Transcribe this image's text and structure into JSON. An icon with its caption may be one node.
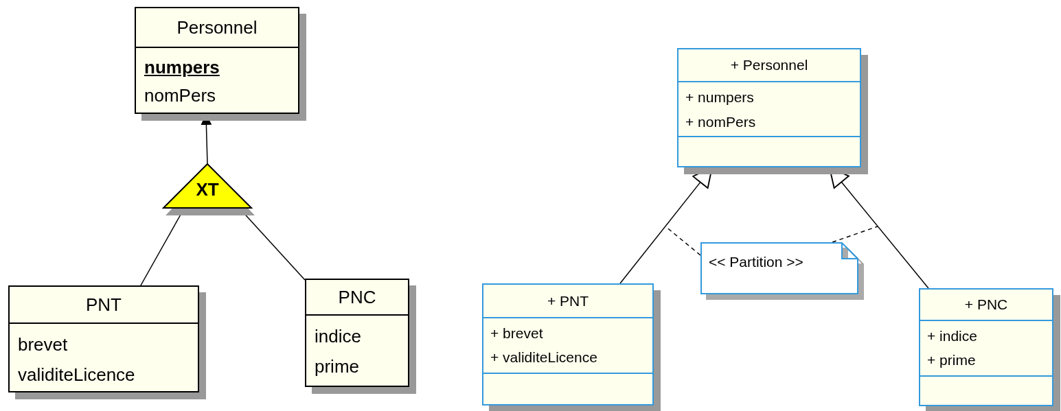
{
  "diagram": {
    "nodes": [
      {
        "text": [
          "Personnel",
          "numpers",
          "nomPers"
        ]
      },
      {
        "text": [
          "XT"
        ]
      },
      {
        "text": [
          "PNT",
          "brevet",
          "validiteLicence"
        ]
      },
      {
        "text": [
          "PNC",
          "indice",
          "prime"
        ]
      },
      {
        "text": [
          "+ Personnel",
          "+ numpers",
          "+ nomPers"
        ]
      },
      {
        "text": [
          "+ PNT",
          "+ brevet",
          "+ validiteLicence"
        ]
      },
      {
        "text": [
          "+ PNC",
          "+ indice",
          "+ prime"
        ]
      },
      {
        "text": [
          "<< Partition >>"
        ]
      }
    ],
    "edges": [
      {
        "from": 1,
        "to": 0,
        "arrow": "to"
      },
      {
        "from": 2,
        "to": 1,
        "arrow": "none"
      },
      {
        "from": 3,
        "to": 1,
        "arrow": "none"
      },
      {
        "from": 5,
        "to": 4,
        "arrow": "to"
      },
      {
        "from": 6,
        "to": 4,
        "arrow": "to"
      },
      {
        "from": 7,
        "to": null,
        "arrow": "none",
        "style": "dashed"
      },
      {
        "from": 7,
        "to": null,
        "arrow": "none",
        "style": "dashed"
      }
    ]
  }
}
